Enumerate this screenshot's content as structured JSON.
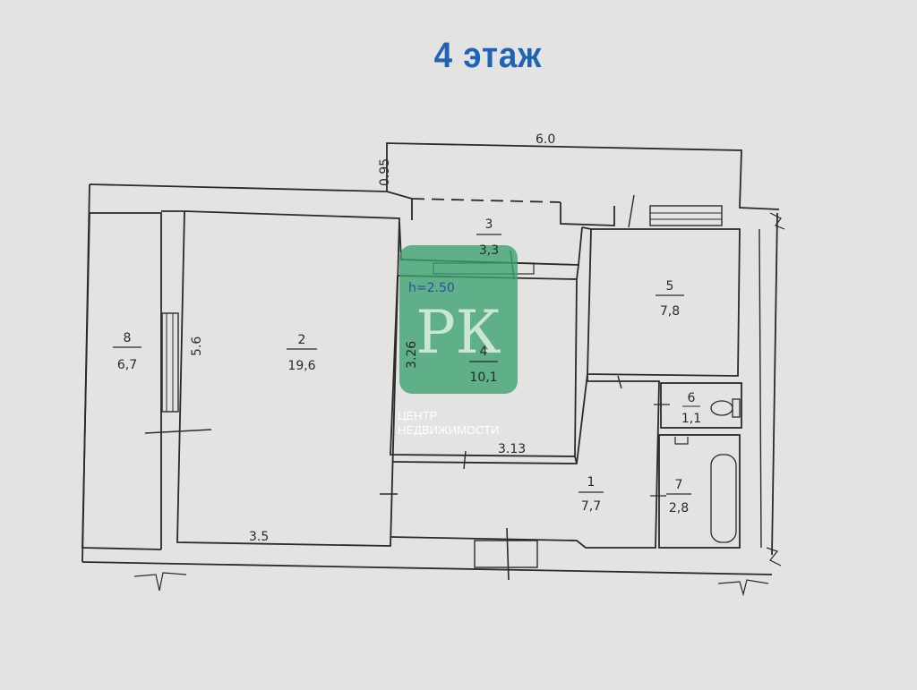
{
  "title": "4 этаж",
  "rooms": [
    {
      "number": "1",
      "area": "7,7"
    },
    {
      "number": "2",
      "area": "19,6"
    },
    {
      "number": "3",
      "area": "3,3"
    },
    {
      "number": "4",
      "area": "10,1"
    },
    {
      "number": "5",
      "area": "7,8"
    },
    {
      "number": "6",
      "area": "1,1"
    },
    {
      "number": "7",
      "area": "2,8"
    },
    {
      "number": "8",
      "area": "6,7"
    }
  ],
  "dimensions": {
    "top": "6.0",
    "corner": "0.95",
    "room2_side": "5.6",
    "bottom": "3.5",
    "room4_side": "3.26",
    "room4_bottom": "3.13"
  },
  "ceiling_height": "h=2.50",
  "watermark": {
    "logo_letters": "РК",
    "line1": "ЦЕНТР",
    "line2": "НЕДВИЖИМОСТИ",
    "color": "#3aa070"
  },
  "colors": {
    "title": "#1e63b8",
    "wall": "#2a2a2a",
    "handwriting": "#2b4fa0"
  }
}
